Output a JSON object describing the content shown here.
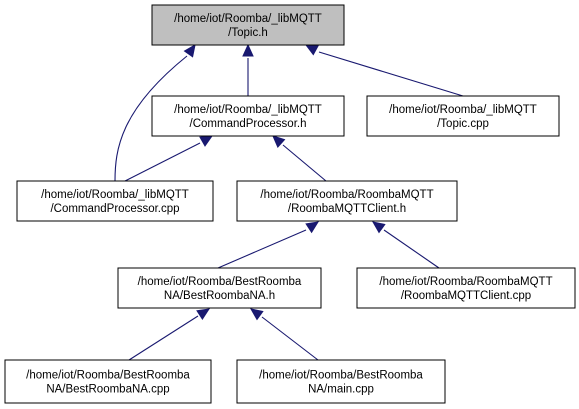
{
  "graph": {
    "nodes": [
      {
        "id": "topic_h",
        "lines": [
          "/home/iot/Roomba/_libMQTT",
          "/Topic.h"
        ],
        "highlighted": true
      },
      {
        "id": "cmdproc_h",
        "lines": [
          "/home/iot/Roomba/_libMQTT",
          "/CommandProcessor.h"
        ]
      },
      {
        "id": "topic_cpp",
        "lines": [
          "/home/iot/Roomba/_libMQTT",
          "/Topic.cpp"
        ]
      },
      {
        "id": "cmdproc_cpp",
        "lines": [
          "/home/iot/Roomba/_libMQTT",
          "/CommandProcessor.cpp"
        ]
      },
      {
        "id": "rmqttclient_h",
        "lines": [
          "/home/iot/Roomba/RoombaMQTT",
          "/RoombaMQTTClient.h"
        ]
      },
      {
        "id": "bestroombana_h",
        "lines": [
          "/home/iot/Roomba/BestRoomba",
          "NA/BestRoombaNA.h"
        ]
      },
      {
        "id": "rmqttclient_cpp",
        "lines": [
          "/home/iot/Roomba/RoombaMQTT",
          "/RoombaMQTTClient.cpp"
        ]
      },
      {
        "id": "bestroombana_cpp",
        "lines": [
          "/home/iot/Roomba/BestRoomba",
          "NA/BestRoombaNA.cpp"
        ]
      },
      {
        "id": "main_cpp",
        "lines": [
          "/home/iot/Roomba/BestRoomba",
          "NA/main.cpp"
        ]
      }
    ],
    "edges": [
      {
        "from": "cmdproc_h",
        "to": "topic_h"
      },
      {
        "from": "topic_cpp",
        "to": "topic_h"
      },
      {
        "from": "cmdproc_cpp",
        "to": "topic_h"
      },
      {
        "from": "cmdproc_cpp",
        "to": "cmdproc_h"
      },
      {
        "from": "rmqttclient_h",
        "to": "cmdproc_h"
      },
      {
        "from": "bestroombana_h",
        "to": "rmqttclient_h"
      },
      {
        "from": "rmqttclient_cpp",
        "to": "rmqttclient_h"
      },
      {
        "from": "bestroombana_cpp",
        "to": "bestroombana_h"
      },
      {
        "from": "main_cpp",
        "to": "bestroombana_h"
      }
    ],
    "colors": {
      "highlight_fill": "#bfbfbf",
      "node_fill": "#ffffff",
      "node_border": "#000000",
      "edge": "#191970"
    }
  }
}
